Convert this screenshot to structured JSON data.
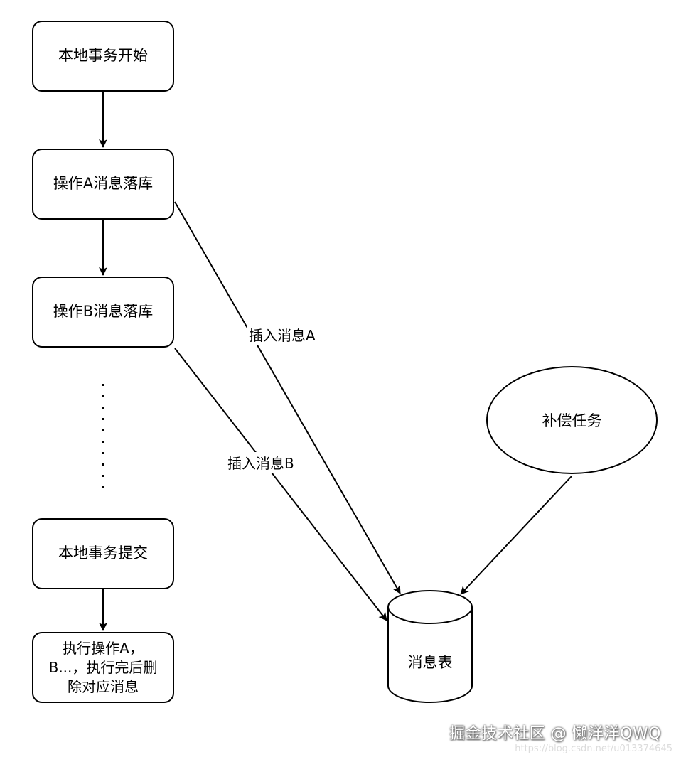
{
  "nodes": {
    "start": "本地事务开始",
    "op_a": "操作A消息落库",
    "op_b": "操作B消息落库",
    "commit": "本地事务提交",
    "execute": "执行操作A，\nB...，执行完后删\n除对应消息",
    "compensate": "补偿任务",
    "message_table": "消息表"
  },
  "edges": {
    "insert_a": "插入消息A",
    "insert_b": "插入消息B"
  },
  "watermark": {
    "main": "掘金技术社区 @ 懒洋洋QWQ",
    "url": "https://blog.csdn.net/u013374645"
  }
}
